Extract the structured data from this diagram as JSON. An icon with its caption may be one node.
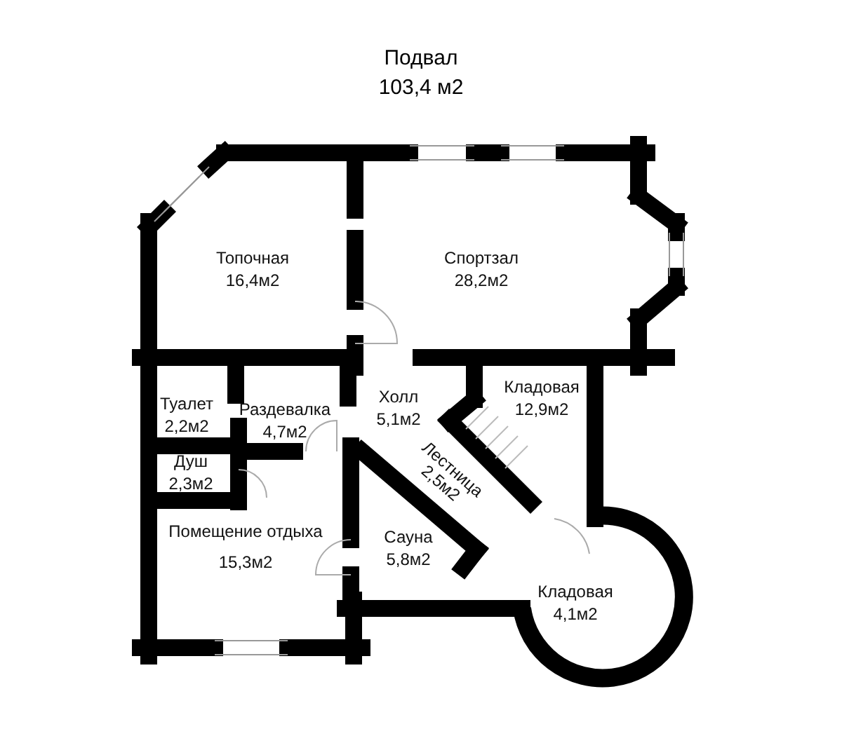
{
  "diagram": {
    "title": "Подвал",
    "nodes": [
      {
        "text": [
          "Топочная",
          "16,4м2"
        ]
      },
      {
        "text": [
          "Спортзал",
          "28,2м2"
        ]
      },
      {
        "text": [
          "Туалет",
          "2,2м2"
        ]
      },
      {
        "text": [
          "Раздевалка",
          "4,7м2"
        ]
      },
      {
        "text": [
          "Холл",
          "5,1м2"
        ]
      },
      {
        "text": [
          "Кладовая",
          "12,9м2"
        ]
      },
      {
        "text": [
          "Душ",
          "2,3м2"
        ]
      },
      {
        "text": [
          "Лестница",
          "2,5м2"
        ]
      },
      {
        "text": [
          "Помещение отдыха",
          "15,3м2"
        ]
      },
      {
        "text": [
          "Сауна",
          "5,8м2"
        ]
      },
      {
        "text": [
          "Кладовая",
          "4,1м2"
        ]
      }
    ],
    "labels": [
      "103,4 м2"
    ]
  }
}
